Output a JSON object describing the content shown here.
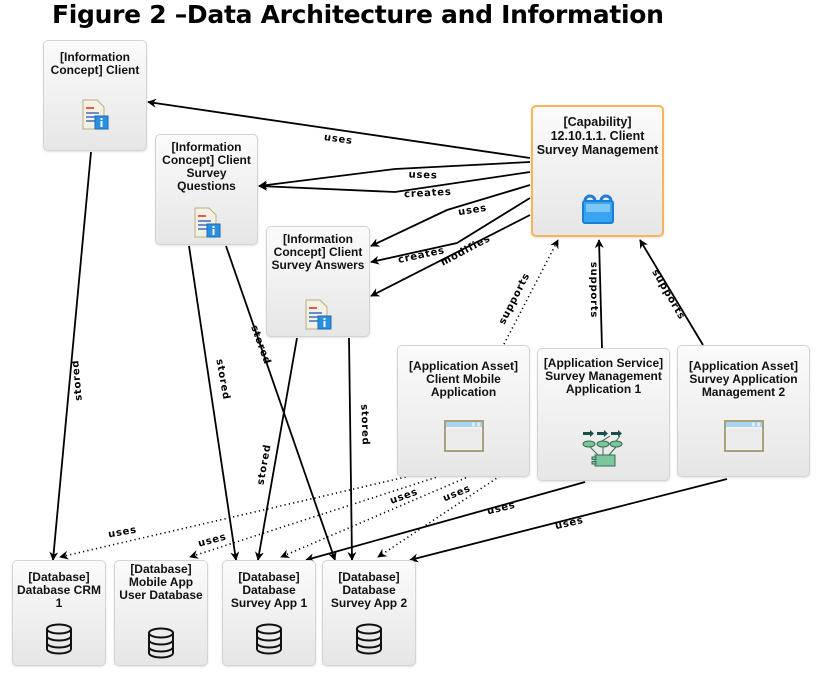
{
  "figure": {
    "title": "Figure 2 –Data Architecture and Information"
  },
  "nodes": [
    {
      "id": "ic-client",
      "label": "[Information Concept] Client",
      "icon": "information-concept-icon"
    },
    {
      "id": "ic-questions",
      "label": "[Information Concept] Client Survey Questions",
      "icon": "information-concept-icon"
    },
    {
      "id": "ic-answers",
      "label": "[Information Concept] Client Survey Answers",
      "icon": "information-concept-icon"
    },
    {
      "id": "cap",
      "label": "[Capability] 12.10.1.1. Client Survey Management",
      "icon": "capability-icon",
      "highlight_color": "#f8b45c"
    },
    {
      "id": "asset-mobile",
      "label": "[Application Asset] Client Mobile Application",
      "icon": "application-window-icon"
    },
    {
      "id": "svc-app1",
      "label": "[Application Service] Survey Management Application 1",
      "icon": "application-service-icon"
    },
    {
      "id": "asset-app2",
      "label": "[Application Asset] Survey Application Management 2",
      "icon": "application-window-icon"
    },
    {
      "id": "db-crm",
      "label": "[Database] Database CRM 1",
      "icon": "database-icon"
    },
    {
      "id": "db-mobile",
      "label": "[Database] Mobile App User Database",
      "icon": "database-icon"
    },
    {
      "id": "db-survey1",
      "label": "[Database] Database Survey App 1",
      "icon": "database-icon"
    },
    {
      "id": "db-survey2",
      "label": "[Database] Database Survey App 2",
      "icon": "database-icon"
    }
  ],
  "edges": [
    {
      "from": "cap",
      "to": "ic-client",
      "label": "uses",
      "style": "solid"
    },
    {
      "from": "cap",
      "to": "ic-questions",
      "label": "uses",
      "style": "solid"
    },
    {
      "from": "cap",
      "to": "ic-questions",
      "label": "creates",
      "style": "solid"
    },
    {
      "from": "cap",
      "to": "ic-answers",
      "label": "uses",
      "style": "solid"
    },
    {
      "from": "cap",
      "to": "ic-answers",
      "label": "creates",
      "style": "solid"
    },
    {
      "from": "cap",
      "to": "ic-answers",
      "label": "modifies",
      "style": "solid"
    },
    {
      "from": "asset-mobile",
      "to": "cap",
      "label": "supports",
      "style": "dotted"
    },
    {
      "from": "svc-app1",
      "to": "cap",
      "label": "supports",
      "style": "solid"
    },
    {
      "from": "asset-app2",
      "to": "cap",
      "label": "supports",
      "style": "solid"
    },
    {
      "from": "ic-client",
      "to": "db-crm",
      "label": "stored",
      "style": "solid"
    },
    {
      "from": "ic-questions",
      "to": "db-survey1",
      "label": "stored",
      "style": "solid"
    },
    {
      "from": "ic-questions",
      "to": "db-survey2",
      "label": "stored",
      "style": "solid"
    },
    {
      "from": "ic-answers",
      "to": "db-survey1",
      "label": "stored",
      "style": "solid"
    },
    {
      "from": "ic-answers",
      "to": "db-survey2",
      "label": "stored",
      "style": "solid"
    },
    {
      "from": "asset-mobile",
      "to": "db-crm",
      "label": "uses",
      "style": "dotted"
    },
    {
      "from": "asset-mobile",
      "to": "db-mobile",
      "label": "uses",
      "style": "dotted"
    },
    {
      "from": "asset-mobile",
      "to": "db-survey1",
      "label": "uses",
      "style": "dotted"
    },
    {
      "from": "asset-mobile",
      "to": "db-survey2",
      "label": "uses",
      "style": "dotted"
    },
    {
      "from": "svc-app1",
      "to": "db-survey1",
      "label": "uses",
      "style": "solid"
    },
    {
      "from": "asset-app2",
      "to": "db-survey2",
      "label": "uses",
      "style": "solid"
    }
  ]
}
